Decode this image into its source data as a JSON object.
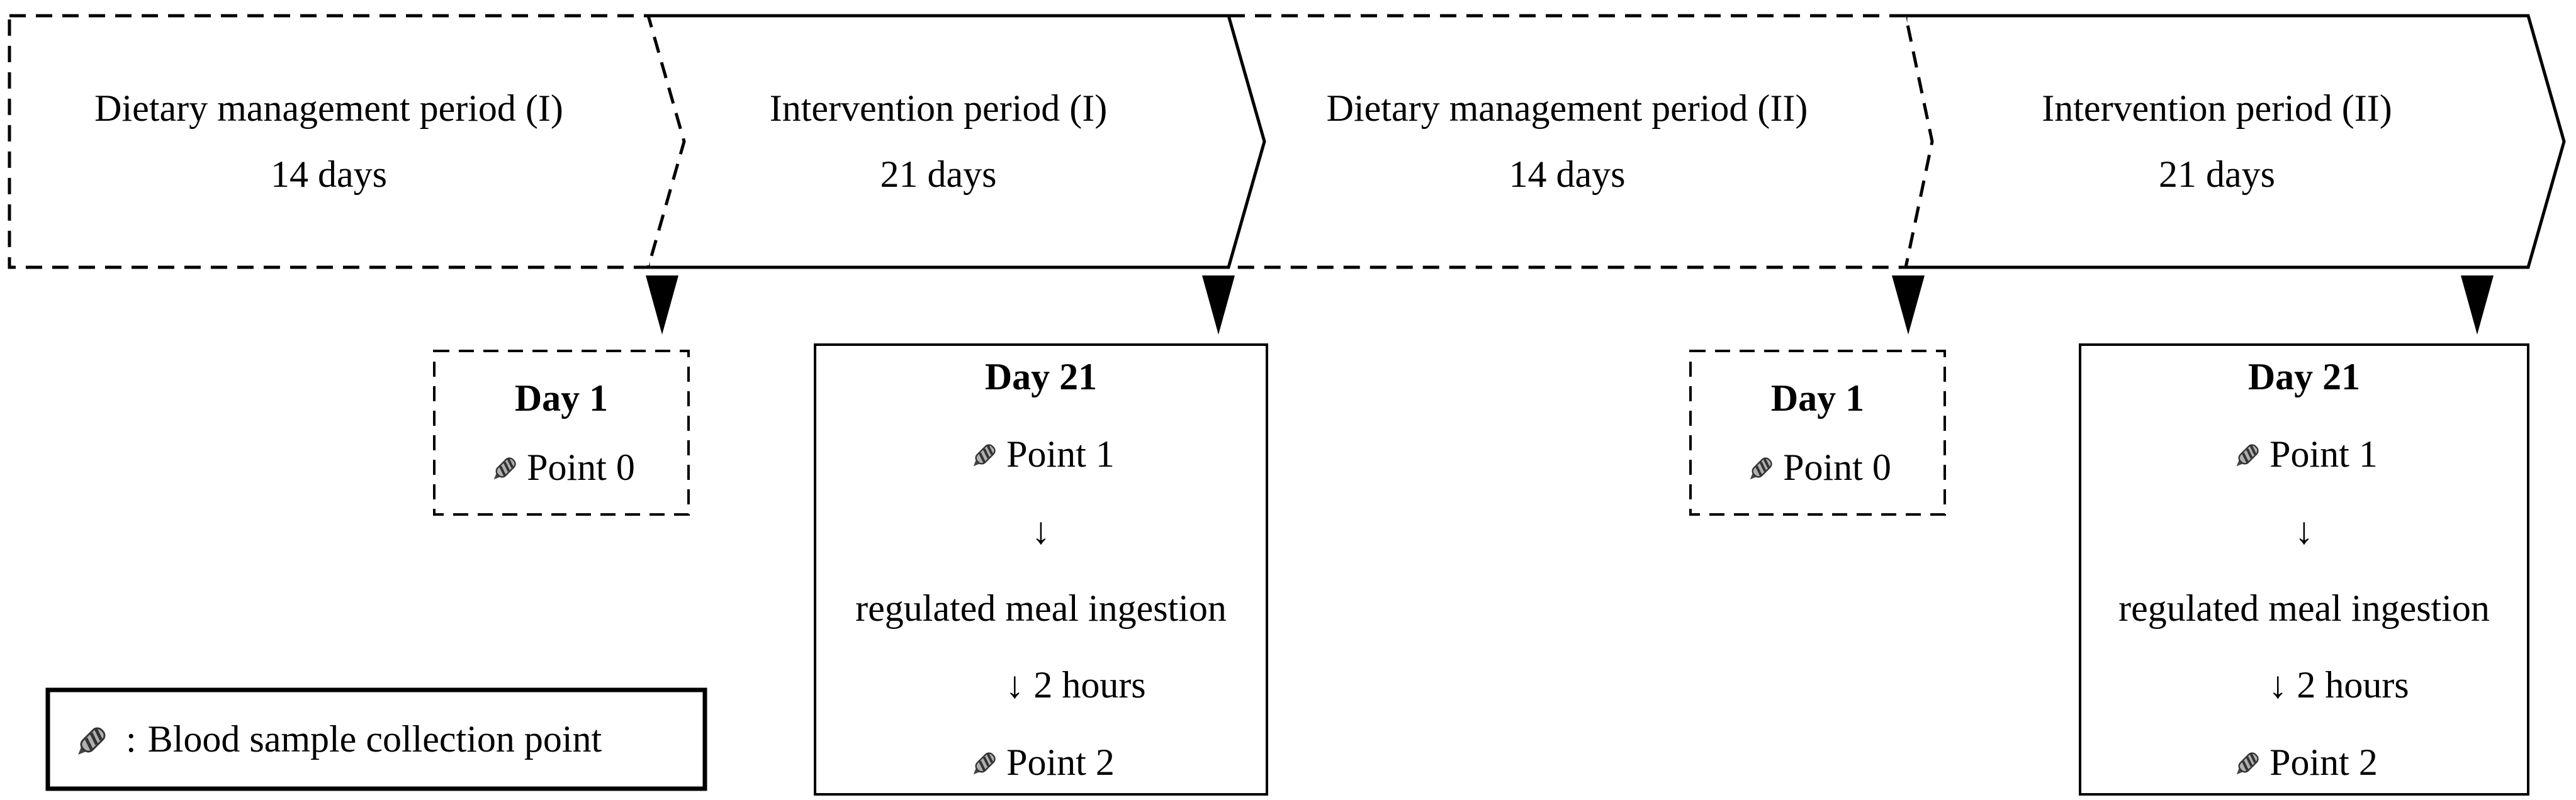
{
  "colors": {
    "ink": "#000000",
    "background": "#ffffff",
    "icon_body": "#b0b0b0",
    "icon_detail": "#333333"
  },
  "periods": [
    {
      "title": "Dietary management period (I)",
      "duration": "14 days",
      "border": "dashed"
    },
    {
      "title": "Intervention period (I)",
      "duration": "21 days",
      "border": "solid"
    },
    {
      "title": "Dietary management period (II)",
      "duration": "14 days",
      "border": "dashed"
    },
    {
      "title": "Intervention period (II)",
      "duration": "21 days",
      "border": "solid"
    }
  ],
  "sample_boxes": [
    {
      "kind": "day1",
      "title": "Day 1",
      "point0": "Point 0"
    },
    {
      "kind": "day21",
      "title": "Day 21",
      "point1": "Point 1",
      "arrow": "↓",
      "meal": "regulated meal ingestion",
      "wait": "↓ 2 hours",
      "point2": "Point 2"
    },
    {
      "kind": "day1",
      "title": "Day 1",
      "point0": "Point 0"
    },
    {
      "kind": "day21",
      "title": "Day 21",
      "point1": "Point 1",
      "arrow": "↓",
      "meal": "regulated meal ingestion",
      "wait": "↓ 2 hours",
      "point2": "Point 2"
    }
  ],
  "legend": {
    "separator": ":",
    "label": "Blood sample collection point"
  },
  "icons": {
    "blood_sample": "syringe-glyph-gray",
    "timeline_marker": "filled-down-triangle"
  }
}
